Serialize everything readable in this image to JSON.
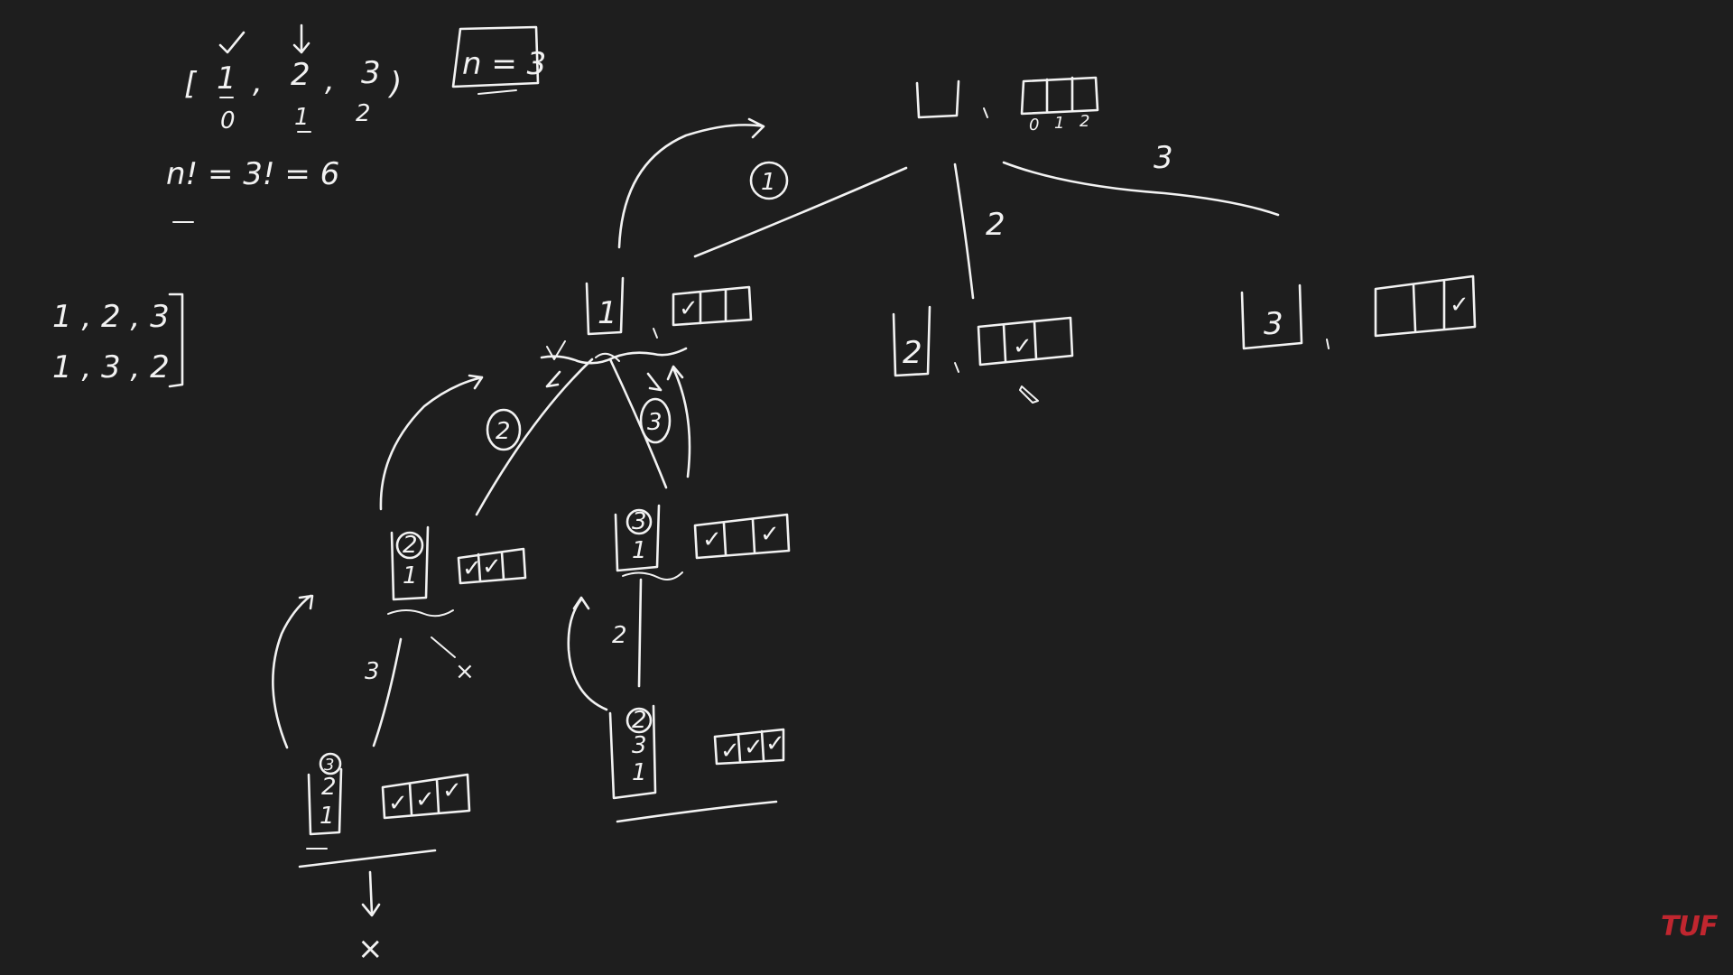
{
  "input_array": {
    "open_bracket": "[",
    "values": [
      "1",
      "2",
      "3"
    ],
    "commas": [
      ",",
      ","
    ],
    "close_bracket": ")",
    "indices": [
      "0",
      "1",
      "2"
    ]
  },
  "n_box": "n = 3",
  "factorial": "n! = 3! = 6",
  "results": [
    "1 , 2 , 3",
    "1 , 3 , 2"
  ],
  "root": {
    "ds": "",
    "map_indices": [
      "0",
      "1",
      "2"
    ]
  },
  "branch_labels": {
    "one": "1",
    "two": "2",
    "three": "3",
    "circled_two": "2",
    "circled_three": "3",
    "left_three": "3",
    "right_two": "2"
  },
  "level1": {
    "a": {
      "ds_label": "1",
      "map": [
        "✓",
        "",
        ""
      ]
    },
    "b": {
      "ds_label": "2",
      "map": [
        "",
        "✓",
        ""
      ]
    },
    "c": {
      "ds_label": "3",
      "map": [
        "",
        "",
        "✓"
      ]
    }
  },
  "level2": {
    "left": {
      "ds_top": "2",
      "ds_bottom": "1",
      "map": [
        "✓",
        "✓",
        ""
      ]
    },
    "right": {
      "ds_top": "3",
      "ds_bottom": "1",
      "map": [
        "✓",
        "",
        "✓"
      ]
    }
  },
  "level3": {
    "left": {
      "ds_top": "3",
      "ds_mid": "2",
      "ds_bottom": "1",
      "map": [
        "✓",
        "✓",
        "✓"
      ]
    },
    "right": {
      "ds_top": "2",
      "ds_mid": "3",
      "ds_bottom": "1",
      "map": [
        "✓",
        "✓",
        "✓"
      ]
    }
  },
  "marks": {
    "cross": "×",
    "strike": "×"
  },
  "logo": "TUF"
}
